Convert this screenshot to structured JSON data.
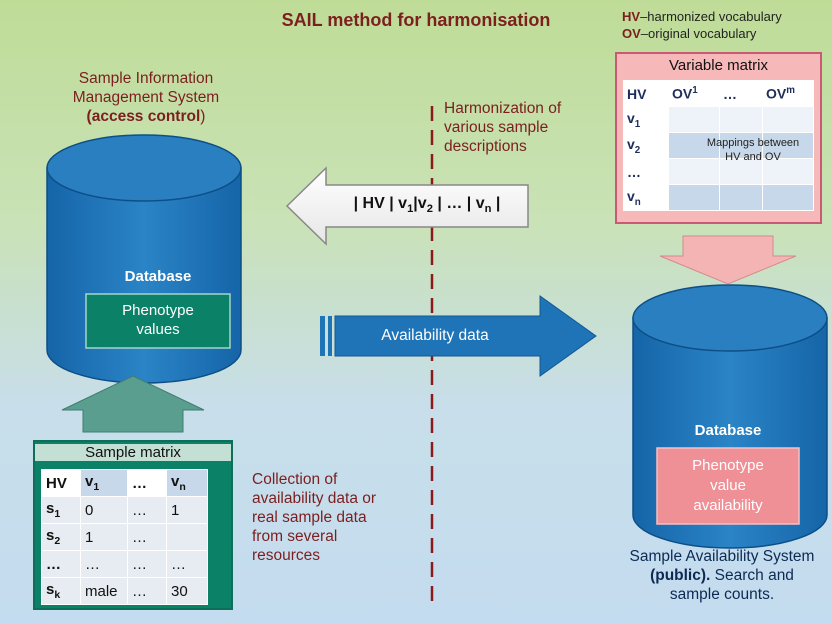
{
  "title": "SAIL method for harmonisation",
  "legend": {
    "hv_key": "HV",
    "hv_text": "–harmonized vocabulary",
    "ov_key": "OV",
    "ov_text": "–original vocabulary"
  },
  "left_system": {
    "line1": "Sample Information",
    "line2": "Management System",
    "line3_bold": "(access control",
    "line3_end": ")",
    "db_label": "Database",
    "pheno_line1": "Phenotype",
    "pheno_line2": "values"
  },
  "harmonization": {
    "line1": "Harmonization of",
    "line2": "various sample",
    "line3": "descriptions"
  },
  "left_arrow": {
    "sep": "|",
    "hv": "HV",
    "v": "v",
    "sub1": "1",
    "sub2": "2",
    "ellipsis": "…",
    "subn": "n"
  },
  "availability_arrow": "Availability data",
  "variable_matrix": {
    "title": "Variable matrix",
    "header": [
      "HV",
      "OV",
      "…",
      "OV"
    ],
    "ov1_sup": "1",
    "ovm_sup": "m",
    "rows": [
      "v",
      "v",
      "…",
      "v"
    ],
    "row_subs": [
      "1",
      "2",
      "",
      "n"
    ],
    "mapping_line1": "Mappings between",
    "mapping_line2": "HV and OV"
  },
  "sample_matrix": {
    "title": "Sample matrix",
    "header": [
      "HV",
      "v",
      "…",
      "v"
    ],
    "header_subs": [
      "",
      "1",
      "",
      "n"
    ],
    "row_heads": [
      "s",
      "s",
      "…",
      "s"
    ],
    "row_subs": [
      "1",
      "2",
      "",
      "k"
    ],
    "cells": [
      [
        "0",
        "…",
        "1"
      ],
      [
        "1",
        "…",
        ""
      ],
      [
        "…",
        "…",
        "…"
      ],
      [
        "male",
        "…",
        "30"
      ]
    ]
  },
  "collection": {
    "line1": "Collection of",
    "line2": "availability data or",
    "line3": "real sample data",
    "line4": "from several",
    "line5": "resources"
  },
  "right_system": {
    "db_label": "Database",
    "pheno_line1": "Phenotype",
    "pheno_line2": "value",
    "pheno_line3": "availability",
    "line1": "Sample Availability System",
    "line2_bold": "(public).",
    "line2_end": " Search and",
    "line3": "sample counts."
  },
  "colors": {
    "title": "#7b1f1f",
    "db_blue": "#1f73b7",
    "phenotype_green": "#0b8268",
    "phenotype_pink": "#ef8f96",
    "variable_matrix_bg": "#f6b8b8",
    "arrow_green": "#5a9e90",
    "arrow_pink": "#f5b4b4"
  }
}
